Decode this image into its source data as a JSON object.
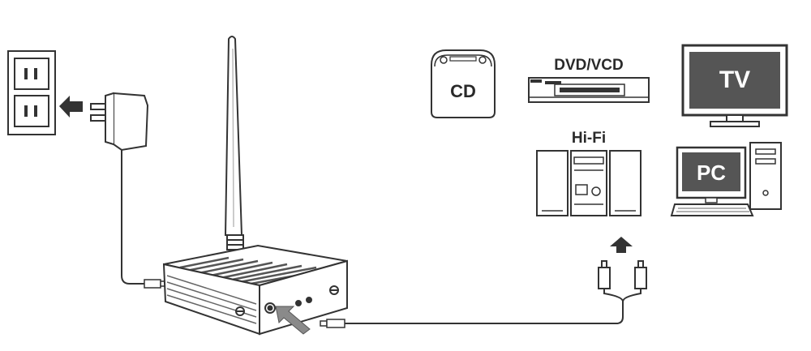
{
  "devices": {
    "cd": {
      "label": "CD"
    },
    "dvd": {
      "label": "DVD/VCD"
    },
    "tv": {
      "label": "TV"
    },
    "hifi": {
      "label": "Hi-Fi"
    },
    "pc": {
      "label": "PC"
    }
  },
  "colors": {
    "line": "#333333",
    "screen": "#555555",
    "arrow": "#333333",
    "body_shade": "#9a9a9a"
  }
}
